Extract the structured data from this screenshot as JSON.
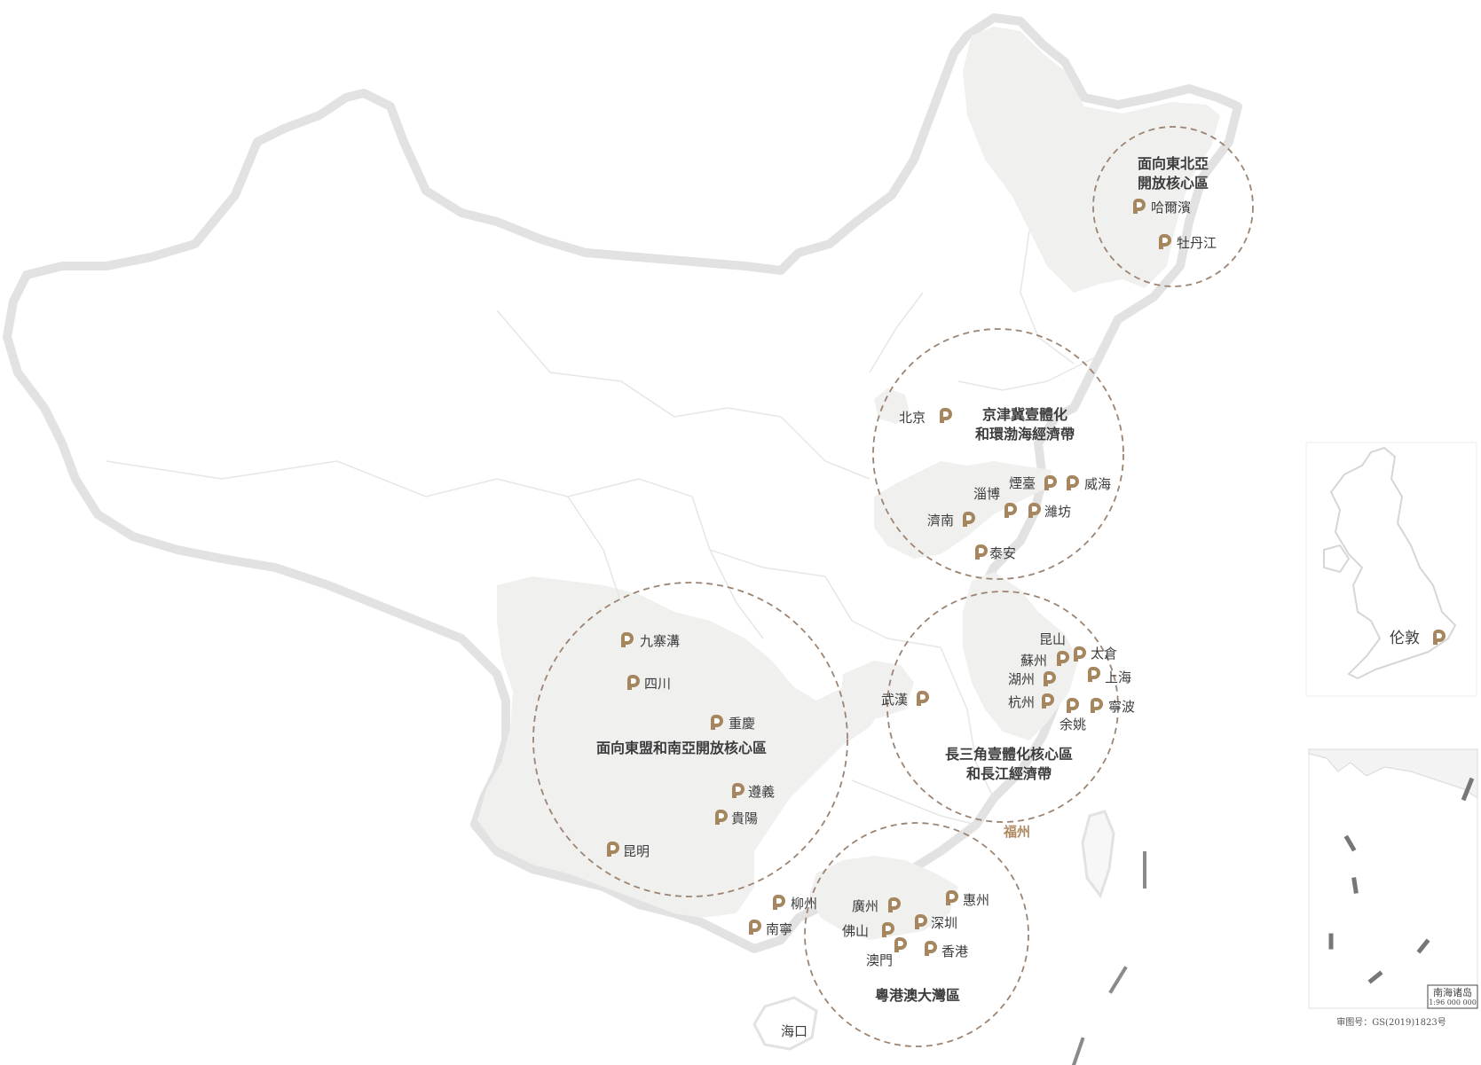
{
  "colors": {
    "accent": "#a5865f",
    "land": "#ffffff",
    "region_fill": "#f0f0ef",
    "border": "#e2e2e2",
    "province_line": "#e8e8e8",
    "circle": "#9c8472",
    "text": "#3c3c3c"
  },
  "icon": "brand-p-icon",
  "regions": [
    {
      "key": "northeast",
      "label_lines": [
        "面向東北亞",
        "開放核心區"
      ]
    },
    {
      "key": "jingjinji",
      "label_lines": [
        "京津冀壹體化",
        "和環渤海經濟帶"
      ]
    },
    {
      "key": "southwest",
      "label_lines": [
        "面向東盟和南亞開放核心區"
      ]
    },
    {
      "key": "yangtze",
      "label_lines": [
        "長三角壹體化核心區",
        "和長江經濟帶"
      ]
    },
    {
      "key": "greater_bay",
      "label_lines": [
        "粵港澳大灣區"
      ]
    }
  ],
  "cities": [
    {
      "key": "harbin",
      "name": "哈爾濱"
    },
    {
      "key": "mudanjiang",
      "name": "牡丹江"
    },
    {
      "key": "beijing",
      "name": "北京"
    },
    {
      "key": "zibo",
      "name": "淄博"
    },
    {
      "key": "yantai",
      "name": "煙臺"
    },
    {
      "key": "weihai",
      "name": "威海"
    },
    {
      "key": "jinan",
      "name": "濟南"
    },
    {
      "key": "weifang",
      "name": "濰坊"
    },
    {
      "key": "taian",
      "name": "泰安"
    },
    {
      "key": "jiuzhaigou",
      "name": "九寨溝"
    },
    {
      "key": "sichuan",
      "name": "四川"
    },
    {
      "key": "chongqing",
      "name": "重慶"
    },
    {
      "key": "zunyi",
      "name": "遵義"
    },
    {
      "key": "guiyang",
      "name": "貴陽"
    },
    {
      "key": "kunming",
      "name": "昆明"
    },
    {
      "key": "wuhan",
      "name": "武漢"
    },
    {
      "key": "kunshan",
      "name": "昆山"
    },
    {
      "key": "suzhou",
      "name": "蘇州"
    },
    {
      "key": "taicang",
      "name": "太倉"
    },
    {
      "key": "huzhou",
      "name": "湖州"
    },
    {
      "key": "shanghai",
      "name": "上海"
    },
    {
      "key": "hangzhou",
      "name": "杭州"
    },
    {
      "key": "ningbo",
      "name": "寧波"
    },
    {
      "key": "yuyao",
      "name": "余姚"
    },
    {
      "key": "liuzhou",
      "name": "柳州"
    },
    {
      "key": "nanning",
      "name": "南寧"
    },
    {
      "key": "guangzhou",
      "name": "廣州"
    },
    {
      "key": "huizhou",
      "name": "惠州"
    },
    {
      "key": "foshan",
      "name": "佛山"
    },
    {
      "key": "shenzhen",
      "name": "深圳"
    },
    {
      "key": "macau",
      "name": "澳門"
    },
    {
      "key": "hongkong",
      "name": "香港"
    },
    {
      "key": "haikou",
      "name": "海口"
    },
    {
      "key": "fuzhou",
      "name": "福州"
    },
    {
      "key": "london",
      "name": "伦敦"
    }
  ],
  "inset": {
    "south_sea_title": "南海诸岛",
    "south_sea_scale": "1:96 000 000",
    "approval_no": "审图号：GS(2019)1823号"
  }
}
